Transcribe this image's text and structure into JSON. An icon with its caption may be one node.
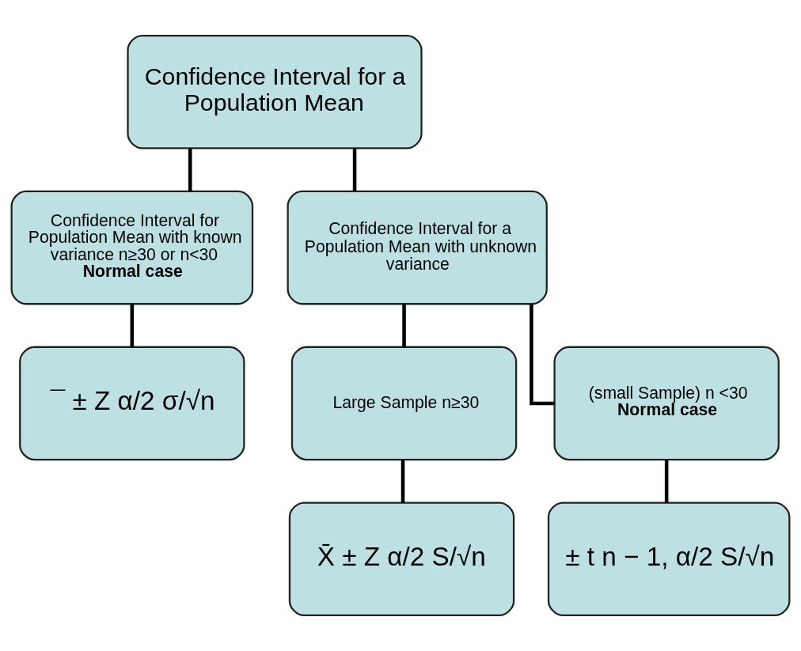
{
  "diagram": {
    "nodes": [
      {
        "text": [
          "Confidence Interval for a Population Mean"
        ]
      },
      {
        "text": [
          "Confidence Interval for Population Mean with known variance n≥30 or n<30",
          "Normal case"
        ]
      },
      {
        "text": [
          "Confidence Interval for a Population Mean with unknown variance"
        ]
      },
      {
        "text": [
          "¯ ± Z α/2 σ/√n"
        ]
      },
      {
        "text": [
          "Large Sample n≥30"
        ]
      },
      {
        "text": [
          "(small Sample) n <30",
          "Normal case"
        ]
      },
      {
        "text": [
          "X̄ ± Z α/2 S/√n"
        ]
      },
      {
        "text": [
          "± t n − 1, α/2 S/√n"
        ]
      }
    ],
    "edges": [
      {
        "from": 0,
        "to": 1,
        "arrow": "none"
      },
      {
        "from": 0,
        "to": 2,
        "arrow": "none"
      },
      {
        "from": 1,
        "to": 3,
        "arrow": "none"
      },
      {
        "from": 2,
        "to": 4,
        "arrow": "none"
      },
      {
        "from": 2,
        "to": 5,
        "arrow": "none"
      },
      {
        "from": 4,
        "to": 6,
        "arrow": "none"
      },
      {
        "from": 5,
        "to": 7,
        "arrow": "none"
      }
    ]
  }
}
